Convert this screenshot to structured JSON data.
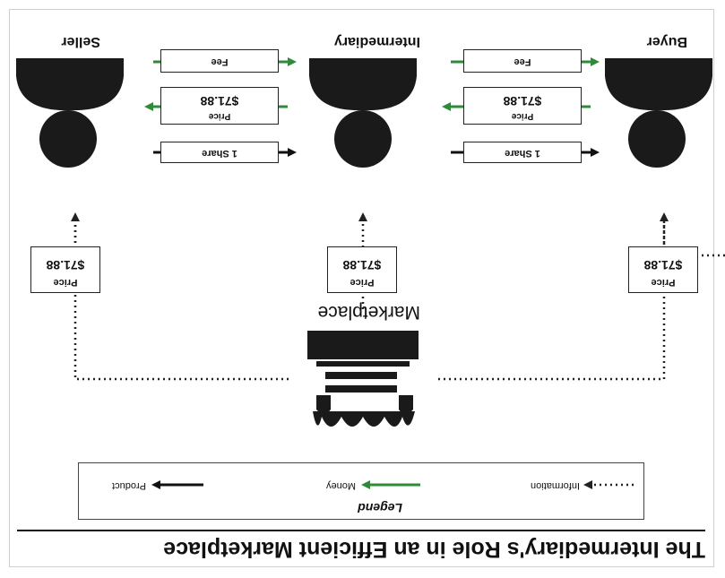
{
  "title": "The Intermediary's Role in an Efficient Marketplace",
  "legend": {
    "heading": "Legend",
    "items": [
      {
        "label": "Information",
        "style": "dotted",
        "color": "#222222"
      },
      {
        "label": "Money",
        "style": "solid",
        "color": "#2e8b3a"
      },
      {
        "label": "Product",
        "style": "solid",
        "color": "#111111"
      }
    ]
  },
  "marketplace": {
    "label": "Marketplace"
  },
  "parties": {
    "buyer": "Buyer",
    "intermediary": "Intermediary",
    "seller": "Seller"
  },
  "price_quotes": {
    "line1": "Price",
    "line2": "$71.88"
  },
  "transactions": {
    "share": "1 Share",
    "price_line1": "Price",
    "price_line2": "$71.88",
    "fee": "Fee"
  },
  "colors": {
    "money": "#2e8b3a",
    "product": "#111111",
    "figure": "#1a1a1a"
  }
}
